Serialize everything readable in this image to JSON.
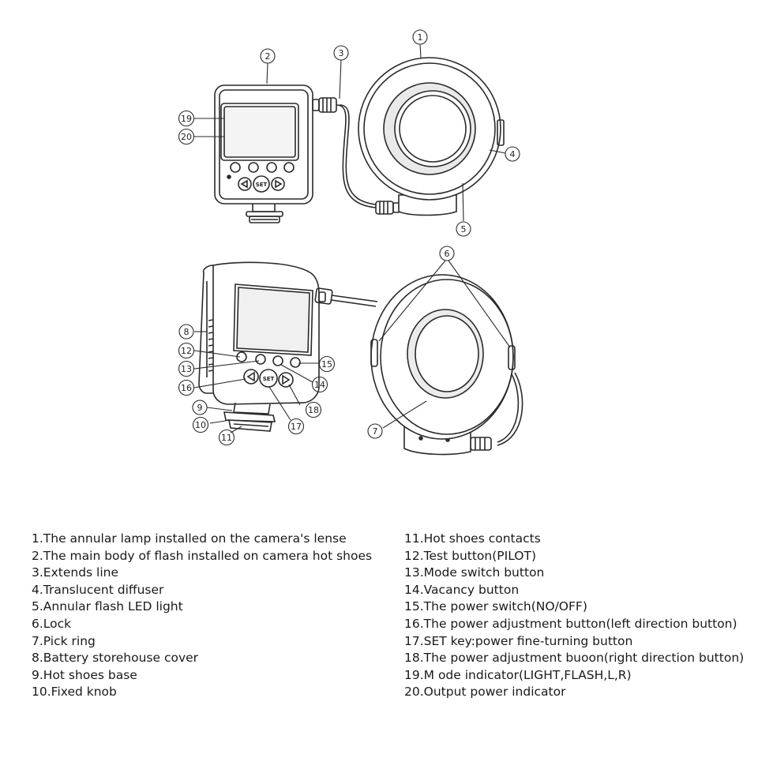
{
  "diagram": {
    "set_button_label": "SET",
    "callouts": {
      "c1": "1",
      "c2": "2",
      "c3": "3",
      "c4": "4",
      "c5": "5",
      "c6": "6",
      "c7": "7",
      "c8": "8",
      "c9": "9",
      "c10": "10",
      "c11": "11",
      "c12": "12",
      "c13": "13",
      "c14": "14",
      "c15": "15",
      "c16": "16",
      "c17": "17",
      "c18": "18",
      "c19": "19",
      "c20": "20"
    }
  },
  "legend": {
    "left": [
      "1.The annular lamp installed on the camera's lense",
      "2.The main body of flash installed on camera hot shoes",
      "3.Extends line",
      "4.Translucent diffuser",
      "5.Annular flash LED light",
      "6.Lock",
      "7.Pick ring",
      "8.Battery storehouse cover",
      "9.Hot shoes base",
      "10.Fixed knob"
    ],
    "right": [
      "11.Hot shoes contacts",
      "12.Test button(PILOT)",
      "13.Mode switch button",
      "14.Vacancy button",
      "15.The power switch(NO/OFF)",
      "16.The power adjustment button(left direction button)",
      "17.SET key:power fine-turning button",
      "18.The power adjustment buoon(right direction button)",
      "19.M ode indicator(LIGHT,FLASH,L,R)",
      "20.Output power indicator"
    ]
  }
}
